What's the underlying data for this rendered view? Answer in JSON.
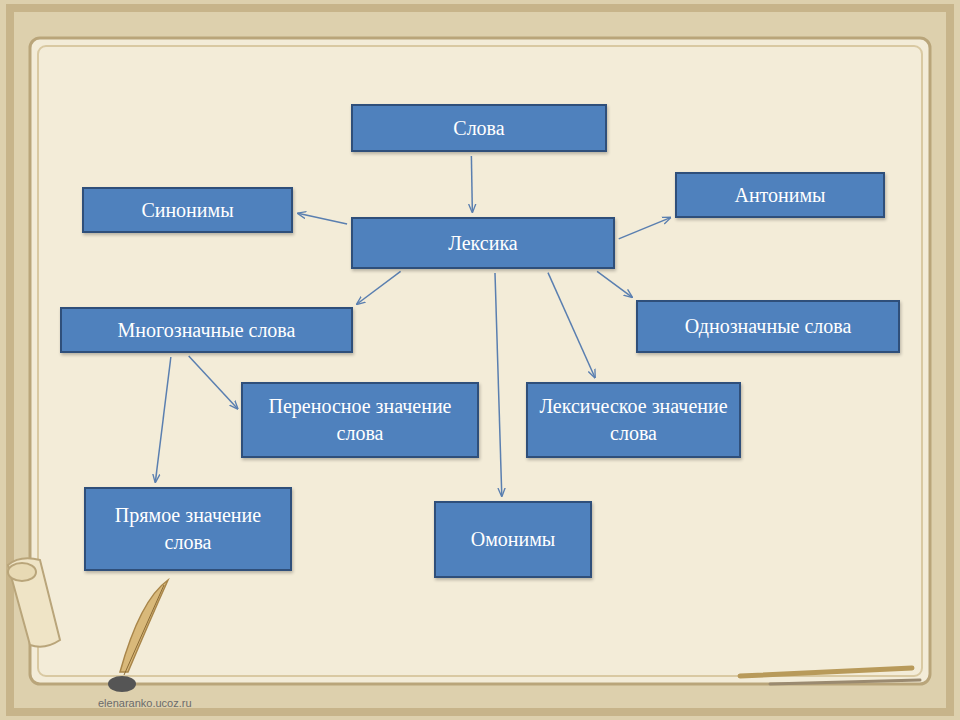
{
  "diagram": {
    "nodes": [
      {
        "text": [
          "Слова"
        ]
      },
      {
        "text": [
          "Антонимы"
        ]
      },
      {
        "text": [
          "Синонимы"
        ]
      },
      {
        "text": [
          "Лексика"
        ]
      },
      {
        "text": [
          "Однозначные слова"
        ]
      },
      {
        "text": [
          "Многозначные слова"
        ]
      },
      {
        "text": [
          "Переносное значение слова"
        ]
      },
      {
        "text": [
          "Лексическое значение слова"
        ]
      },
      {
        "text": [
          "Прямое значение слова"
        ]
      },
      {
        "text": [
          "Омонимы"
        ]
      }
    ],
    "edges": [
      {
        "from": 0,
        "to": 3,
        "arrow": "to"
      },
      {
        "from": 3,
        "to": 2,
        "arrow": "to"
      },
      {
        "from": 3,
        "to": 1,
        "arrow": "to"
      },
      {
        "from": 3,
        "to": 5,
        "arrow": "to"
      },
      {
        "from": 3,
        "to": 4,
        "arrow": "to"
      },
      {
        "from": 3,
        "to": 7,
        "arrow": "to"
      },
      {
        "from": 3,
        "to": 9,
        "arrow": "to"
      },
      {
        "from": 5,
        "to": 6,
        "arrow": "to"
      },
      {
        "from": 5,
        "to": 8,
        "arrow": "to"
      }
    ],
    "labels": [
      "elenaranko.ucoz.ru"
    ]
  }
}
